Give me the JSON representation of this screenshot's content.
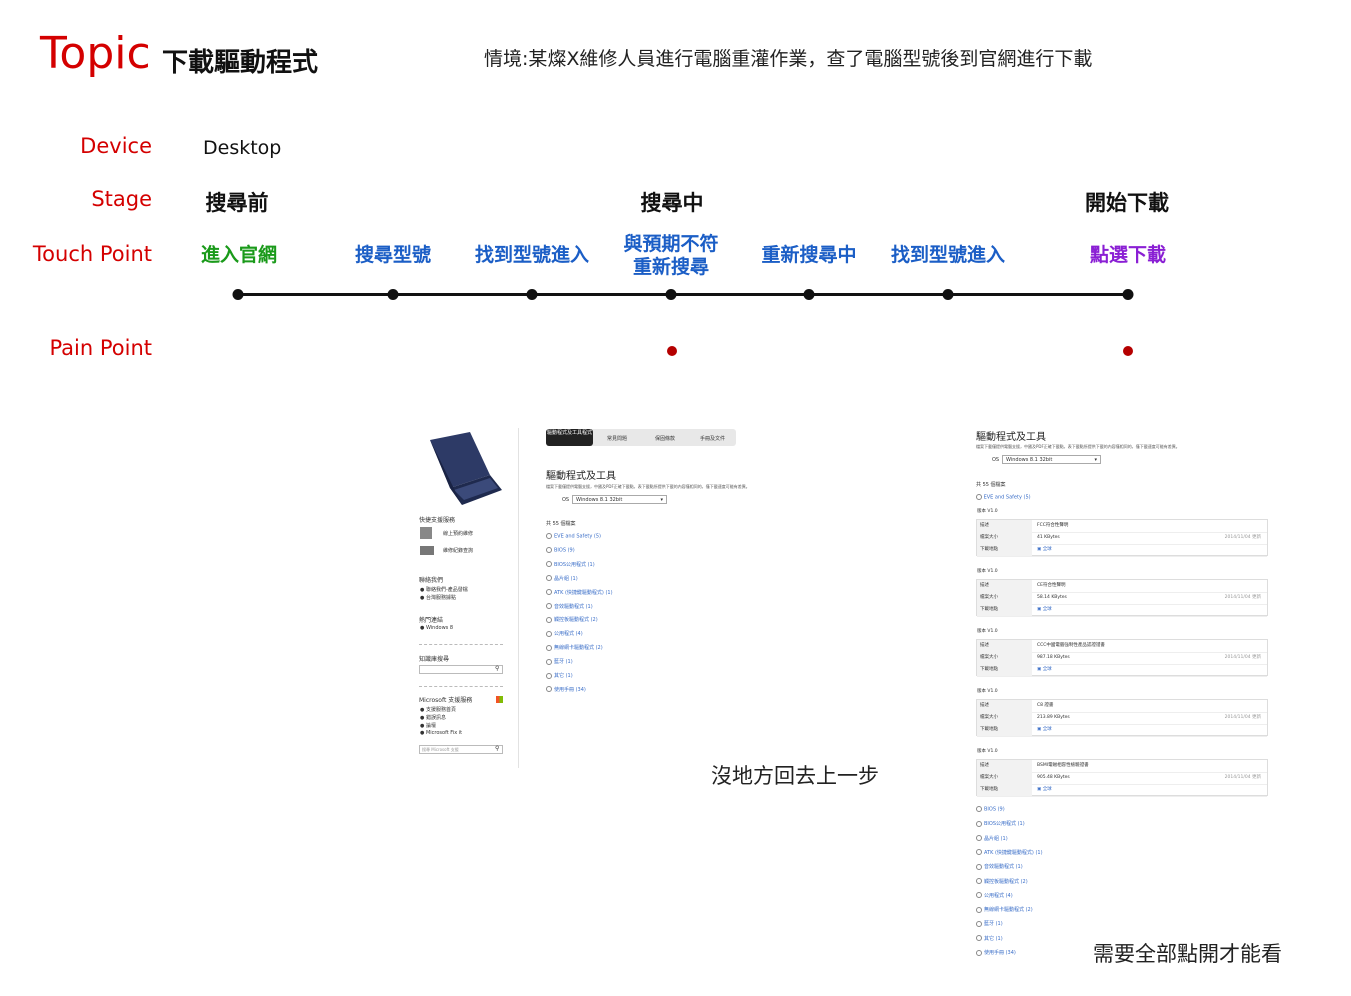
{
  "header": {
    "topic_word": "Topic",
    "topic_title": "下載驅動程式",
    "scenario": "情境:某燦X維修人員進行電腦重灌作業，查了電腦型號後到官網進行下載"
  },
  "rows": {
    "device_label": "Device",
    "stage_label": "Stage",
    "touchpoint_label": "Touch Point",
    "painpoint_label": "Pain Point"
  },
  "device": "Desktop",
  "stages": [
    "搜尋前",
    "搜尋中",
    "開始下載"
  ],
  "touch_points": [
    {
      "label": "進入官網",
      "color": "#1a9a1a"
    },
    {
      "label": "搜尋型號",
      "color": "#1b5ec6"
    },
    {
      "label": "找到型號進入",
      "color": "#1b5ec6"
    },
    {
      "label_line1": "與預期不符",
      "label_line2": "重新搜尋",
      "color": "#1b5ec6"
    },
    {
      "label": "重新搜尋中",
      "color": "#1b5ec6"
    },
    {
      "label": "找到型號進入",
      "color": "#1b5ec6"
    },
    {
      "label": "點選下載",
      "color": "#8a1fd4"
    }
  ],
  "pain_point_color": "#b50000",
  "notes": {
    "no_way_back": "沒地方回去上一步",
    "need_expand_all": "需要全部點開才能看"
  },
  "screenshot1": {
    "tabs": [
      "驅動程式及工具程式",
      "常見問題",
      "保固條款",
      "手冊及文件"
    ],
    "heading": "驅動程式及工具",
    "desc": "檔案下載僅提供電腦支援，中國及PDF正確下載點，表下載點所提供下載的內容僅相同的，僅下載速度可能有差異。",
    "os_label": "OS",
    "os_value": "Windows 8.1 32bit",
    "count": "共 55 個檔案",
    "categories": [
      "EVE and Safety (5)",
      "BIOS (9)",
      "BIOS公用程式 (1)",
      "晶片組 (1)",
      "ATK (快捷鍵驅動程式) (1)",
      "音效驅動程式 (1)",
      "觸控板驅動程式 (2)",
      "公用程式 (4)",
      "無線網卡驅動程式 (2)",
      "藍牙 (1)",
      "其它 (1)",
      "使用手冊 (34)"
    ],
    "sidebar": {
      "quick_support": "快捷支援服務",
      "items1": [
        "線上預約維修",
        "維修紀錄查詢"
      ],
      "contact": "聯絡我們",
      "items2": [
        "聯絡我們-產品發檔",
        "台灣服務據點"
      ],
      "hot_links": "熱門連結",
      "items3": [
        "Windows 8"
      ],
      "kb_search": "知識庫搜尋",
      "ms_support": "Microsoft 支援服務",
      "items4": [
        "支援服務首頁",
        "錯誤訊息",
        "論壇",
        "Microsoft Fix it"
      ],
      "ms_search_placeholder": "搜尋 Microsoft 支援"
    }
  },
  "screenshot2": {
    "heading": "驅動程式及工具",
    "desc": "檔案下載僅提供電腦支援，中國及PDF正確下載點，表下載點所提供下載的內容僅相同的，僅下載速度可能有差異。",
    "os_label": "OS",
    "os_value": "Windows 8.1 32bit",
    "count": "共 55 個檔案",
    "open_category": "EVE and Safety (5)",
    "row_labels": [
      "描述",
      "檔案大小",
      "下載地點"
    ],
    "download_label": "全球",
    "entries": [
      {
        "version": "版本 V1.0",
        "desc": "FCC符合性聲明",
        "size": "41 KBytes",
        "date": "2014/11/04",
        "more": "更新"
      },
      {
        "version": "版本 V1.0",
        "desc": "CE符合性聲明",
        "size": "58.14 KBytes",
        "date": "2014/11/04",
        "more": "更新"
      },
      {
        "version": "版本 V1.0",
        "desc": "CCC中國電腦強制性產品認證證書",
        "size": "987.18 KBytes",
        "date": "2014/11/04",
        "more": "更新"
      },
      {
        "version": "版本 V1.0",
        "desc": "C8 證書",
        "size": "213.89 KBytes",
        "date": "2014/11/04",
        "more": "更新"
      },
      {
        "version": "版本 V1.0",
        "desc": "BSMI電磁相容性檢驗證書",
        "size": "905.48 KBytes",
        "date": "2014/11/04",
        "more": "更新"
      }
    ],
    "categories": [
      "BIOS (9)",
      "BIOS公用程式 (1)",
      "晶片組 (1)",
      "ATK (快捷鍵驅動程式) (1)",
      "音效驅動程式 (1)",
      "觸控板驅動程式 (2)",
      "公用程式 (4)",
      "無線網卡驅動程式 (2)",
      "藍牙 (1)",
      "其它 (1)",
      "使用手冊 (34)"
    ]
  }
}
